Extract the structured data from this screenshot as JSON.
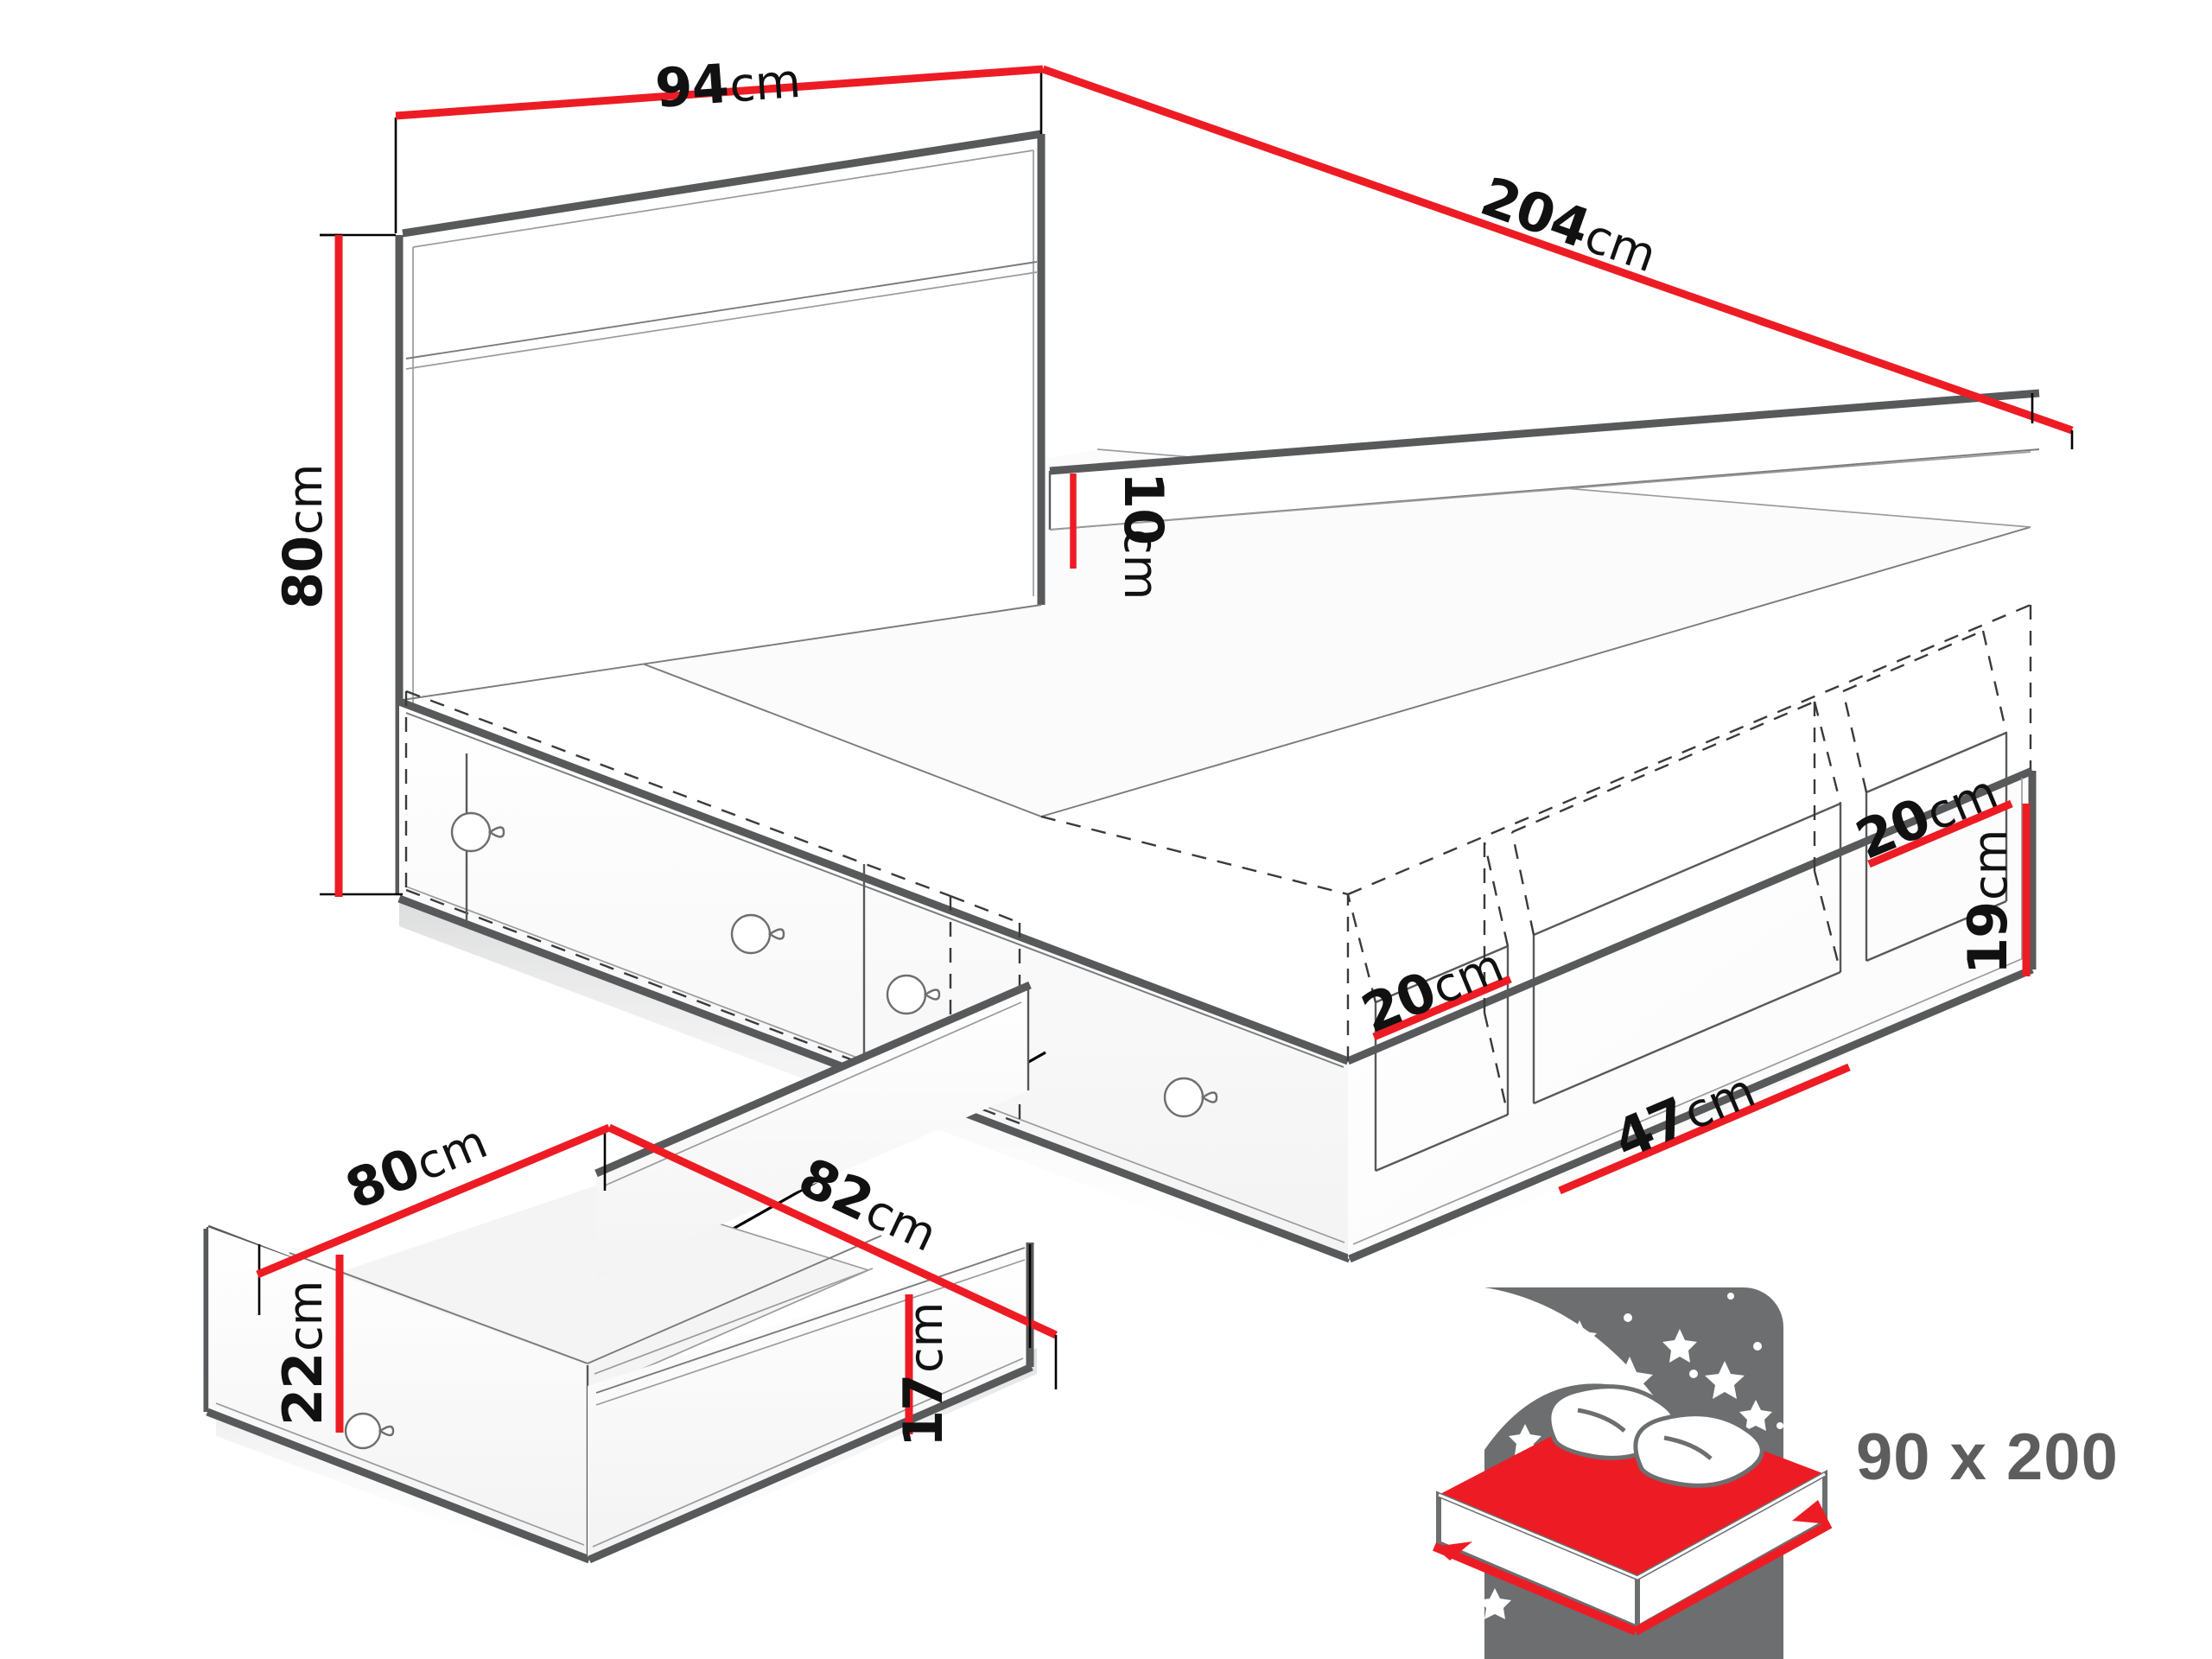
{
  "drawing": {
    "title": "Bed with storage drawers — dimension diagram",
    "units": "cm",
    "accent_color": "#ed1c24",
    "line_color": "#58595b",
    "mattress_label_color": "#5d5d5d"
  },
  "bed": {
    "name": "single-bed-with-drawers",
    "dimensions": {
      "headboard_width": {
        "value": "94",
        "unit": "cm",
        "name": "headboard-width"
      },
      "overall_length": {
        "value": "204",
        "unit": "cm",
        "name": "overall-length"
      },
      "headboard_height": {
        "value": "80",
        "unit": "cm",
        "name": "headboard-height"
      },
      "side_rail_height": {
        "value": "10",
        "unit": "cm",
        "name": "side-rail-height"
      },
      "shelf_left_width": {
        "value": "20",
        "unit": "cm",
        "name": "foot-shelf-left-width"
      },
      "shelf_right_width": {
        "value": "20",
        "unit": "cm",
        "name": "foot-shelf-right-width"
      },
      "shelf_center_width": {
        "value": "47",
        "unit": "cm",
        "name": "foot-shelf-center-width"
      },
      "shelf_height": {
        "value": "19",
        "unit": "cm",
        "name": "foot-shelf-height"
      }
    }
  },
  "drawer": {
    "name": "storage-drawer-detail",
    "dimensions": {
      "front_width": {
        "value": "80",
        "unit": "cm",
        "name": "drawer-front-width"
      },
      "depth": {
        "value": "82",
        "unit": "cm",
        "name": "drawer-depth"
      },
      "front_height": {
        "value": "22",
        "unit": "cm",
        "name": "drawer-front-height"
      },
      "box_height": {
        "value": "17",
        "unit": "cm",
        "name": "drawer-box-height"
      }
    }
  },
  "mattress": {
    "name": "mattress-size-icon",
    "size_label": "90 x 200",
    "colors": {
      "top": "#ed1c24",
      "night": "#6d6e70",
      "pillow": "#ffffff"
    }
  }
}
